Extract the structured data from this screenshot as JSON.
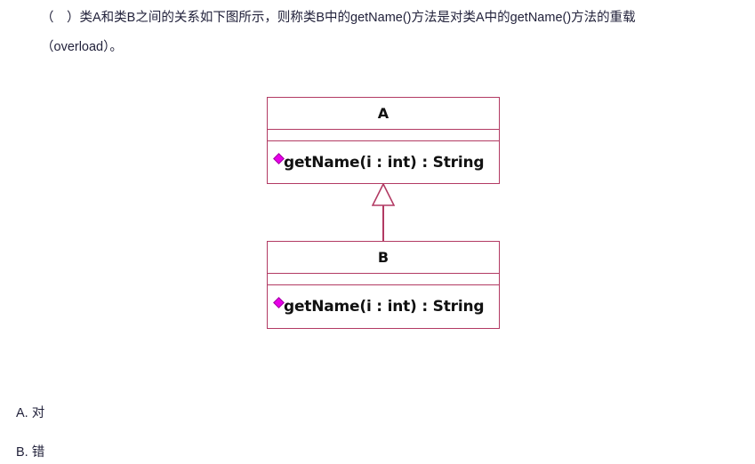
{
  "question": {
    "line1": "（　）类A和类B之间的关系如下图所示，则称类B中的getName()方法是对类A中的getName()方法的重载",
    "line2": "（overload）。"
  },
  "diagram": {
    "type": "uml-class-diagram",
    "relationship": "generalization",
    "classes": [
      {
        "id": "A",
        "name": "A",
        "attributes": [],
        "methods": [
          {
            "visibility_icon": "magenta-diamond-icon",
            "signature": "getName(i : int) : String"
          }
        ]
      },
      {
        "id": "B",
        "name": "B",
        "attributes": [],
        "methods": [
          {
            "visibility_icon": "magenta-diamond-icon",
            "signature": "getName(i : int) : String"
          }
        ]
      }
    ],
    "colors": {
      "border": "#b23a63",
      "visibility_marker": "#e800e8",
      "text": "#111111"
    }
  },
  "answers": [
    {
      "key": "A",
      "label": "A. 对"
    },
    {
      "key": "B",
      "label": "B. 错"
    }
  ]
}
